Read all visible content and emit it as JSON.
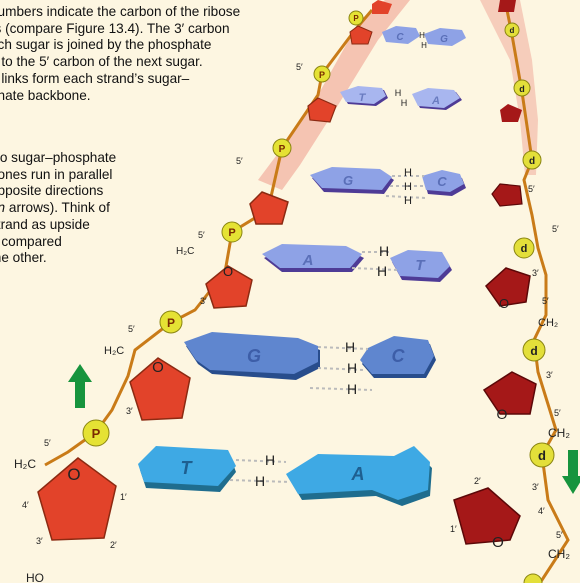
{
  "captions": {
    "p1": "numbers indicate the carbon of the ribose\nrs (compare Figure 13.4). The 3′ carbon\nach sugar is joined by the phosphate\np to the 5′ carbon of the next sugar.\ne links form each strand’s sugar–\nphate backbone.",
    "p2_a": "wo sugar–phosphate\nbones run in parallel\nopposite directions\n",
    "p2_em": "en",
    "p2_b": " arrows). Think of\nstrand as upside\nn compared\nthe other."
  },
  "labels": {
    "P": "P",
    "O": "O",
    "H": "H",
    "d": "d",
    "H2C": "H₂C",
    "CH2": "CH₂",
    "HO": "HO",
    "five_prime": "5′",
    "three_prime": "3′",
    "four_prime": "4′",
    "two_prime": "2′",
    "one_prime": "1′"
  },
  "bases": {
    "T": "T",
    "A": "A",
    "G": "G",
    "C": "C"
  },
  "colors": {
    "background": "#fdf6e1",
    "sugar_left": "#e2432a",
    "sugar_right": "#a51818",
    "base_cyan": "#3ea9e4",
    "base_blue": "#5f86cf",
    "base_lavender": "#8ea2e6",
    "phosphate": "#e5e234",
    "deoxy": "#e3df3a",
    "arrow": "#17943d",
    "backbone_line": "#c97b18"
  }
}
